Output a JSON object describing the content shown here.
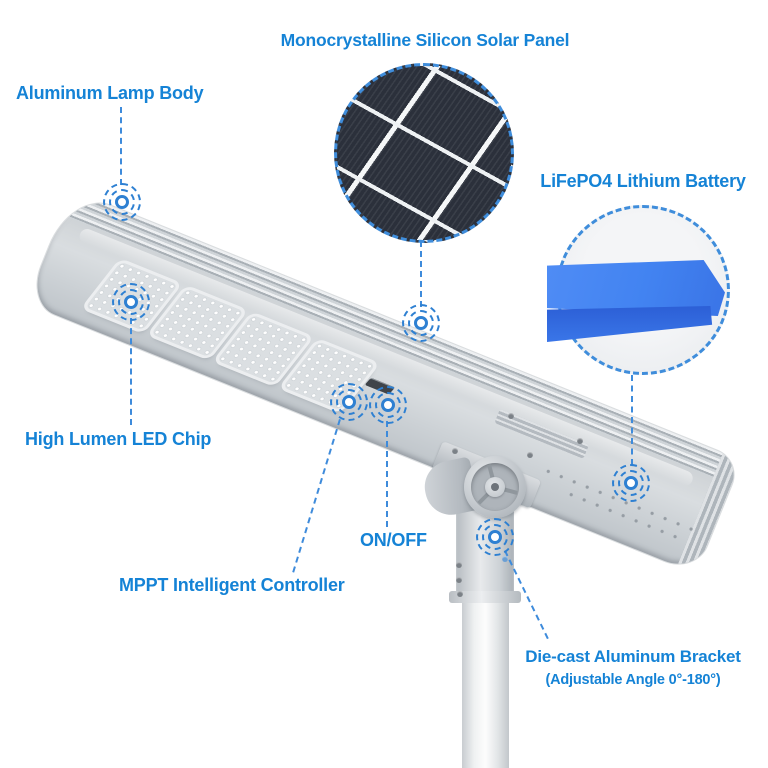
{
  "labels": {
    "solar_panel": "Monocrystalline Silicon Solar Panel",
    "lamp_body": "Aluminum Lamp Body",
    "battery": "LiFePO4 Lithium Battery",
    "led_chip": "High Lumen LED Chip",
    "on_off": "ON/OFF",
    "mppt": "MPPT Intelligent Controller",
    "bracket": "Die-cast Aluminum Bracket",
    "bracket_note": "(Adjustable Angle 0°-180°)"
  },
  "colors": {
    "label_text": "#1583d6",
    "leader_line": "#3e8bdb",
    "marker_ring": "#2e80d2",
    "solar_panel_dark": "#2b303b",
    "solar_grid_line": "#f2f4f6",
    "battery_top_blue": "#4487f3",
    "battery_front_blue": "#3166d8",
    "lamp_gray": "#ccd1d5",
    "pole_white": "#fbfcfc"
  },
  "callout_markers": [
    "aluminum-lamp-body",
    "high-lumen-led-chip",
    "solar-panel",
    "mppt-controller",
    "on-off-switch",
    "lithium-battery",
    "aluminum-bracket"
  ]
}
